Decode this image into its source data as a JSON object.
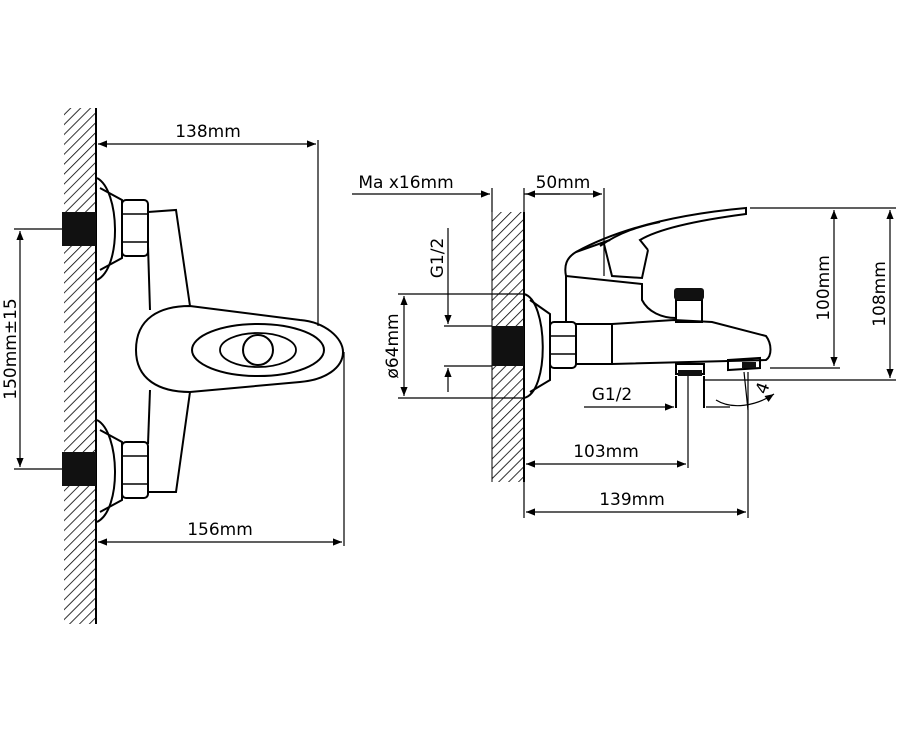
{
  "diagram": {
    "front_view": {
      "dim_width_top": "138mm",
      "dim_width_bottom": "156mm",
      "dim_spacing": "150mm±15"
    },
    "side_view": {
      "dim_wall_max": "Ma x16mm",
      "dim_handle_offset": "50mm",
      "thread_top": "G1/2",
      "dim_diameter": "ø64mm",
      "thread_bottom": "G1/2",
      "dim_height_1": "100mm",
      "dim_height_2": "108mm",
      "dim_depth_1": "103mm",
      "dim_depth_2": "139mm",
      "angle_mark": "4"
    }
  }
}
